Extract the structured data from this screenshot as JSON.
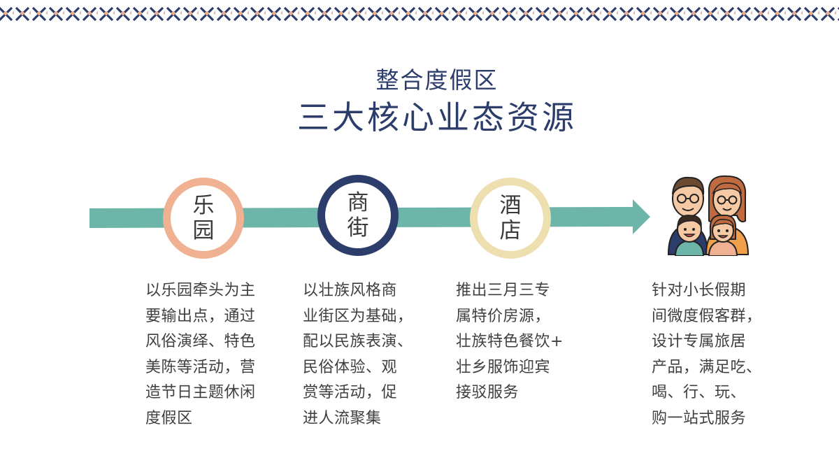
{
  "header": {
    "subtitle": "整合度假区",
    "title": "三大核心业态资源"
  },
  "flow": {
    "nodes": [
      {
        "label": "乐园",
        "color": "#f0b192"
      },
      {
        "label": "商街",
        "color": "#2c3d6b"
      },
      {
        "label": "酒店",
        "color": "#eedfb0"
      }
    ],
    "arrow_color": "#6cb5a8",
    "end_icon": "family-icon"
  },
  "descriptions": [
    "以乐园牵头为主\n要输出点，通过\n风俗演绎、特色\n美陈等活动，营\n造节日主题休闲\n度假区",
    "以壮族风格商\n业街区为基础，\n配以民族表演、\n民俗体验、观\n赏等活动，促\n进人流聚集",
    "推出三月三专\n属特价房源，\n壮族特色餐饮+\n壮乡服饰迎宾\n接驳服务",
    "针对小长假期\n间微度假客群，\n设计专属旅居\n产品，满足吃、\n喝、行、玩、\n购一站式服务"
  ]
}
